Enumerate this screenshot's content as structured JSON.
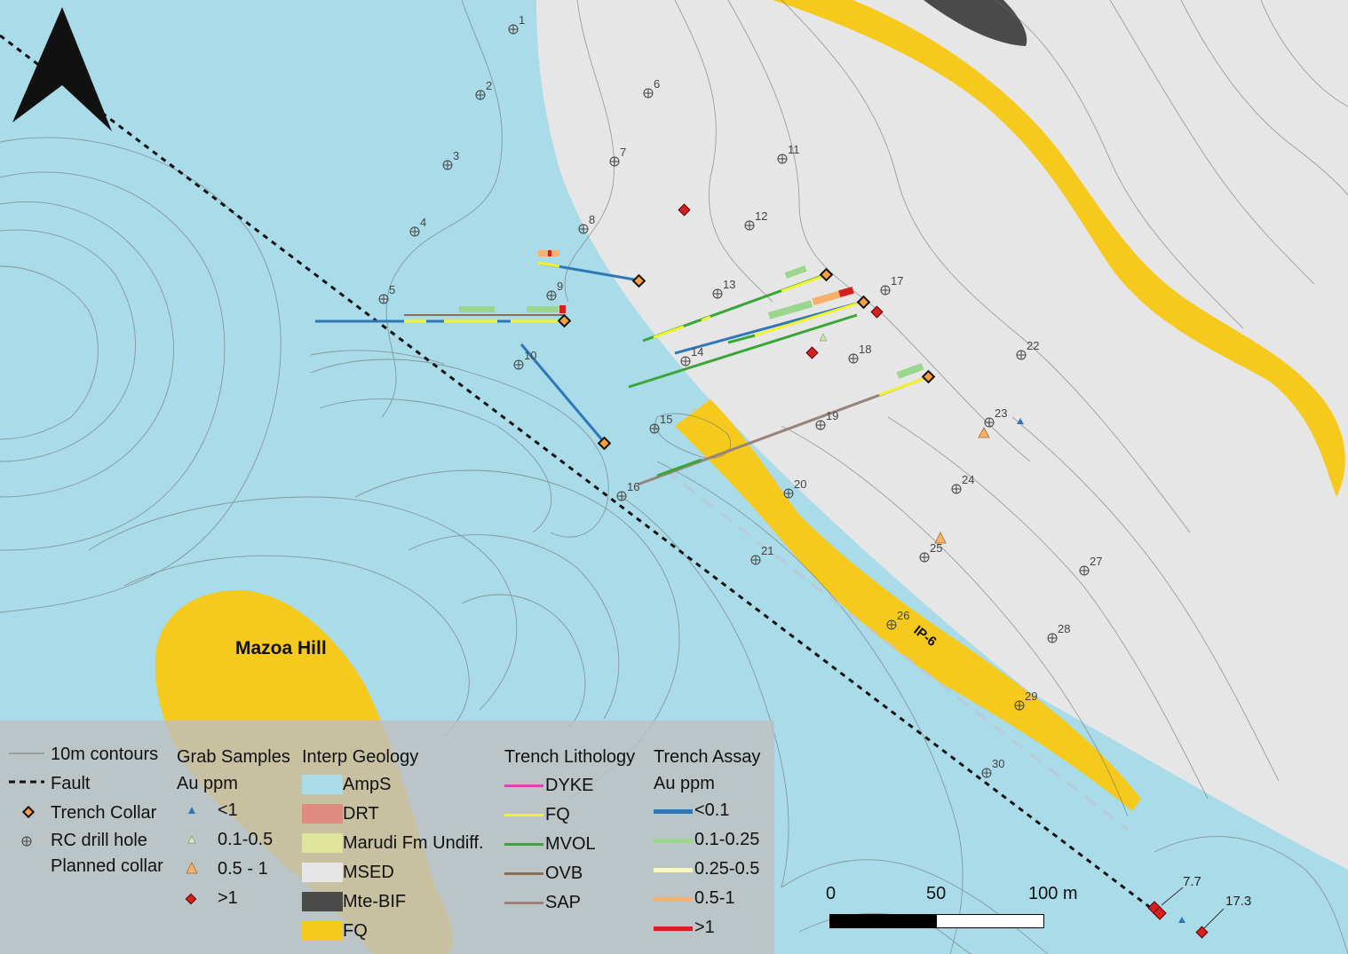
{
  "colors": {
    "amps": "#a9dbe9",
    "msed": "#e6e6e6",
    "mte_bif": "#4a4a4a",
    "fq": "#f5ca1c",
    "drt": "#e08a82",
    "marudi": "#dfe49c",
    "dyke": "#e43fb6",
    "fq_line": "#f4f326",
    "mvol": "#3aa63a",
    "ovb": "#8b6d52",
    "sap": "#97837a",
    "assay_lt01": "#2f78b8",
    "assay_01_025": "#9ad68e",
    "assay_025_05": "#fbf7c0",
    "assay_05_1": "#f8b06a",
    "assay_gt1": "#d61f1f"
  },
  "map": {
    "place_labels": {
      "hill": "Mazoa Hill",
      "anomaly": "IP-6"
    },
    "drill_holes": [
      {
        "label": "1"
      },
      {
        "label": "2"
      },
      {
        "label": "3"
      },
      {
        "label": "4"
      },
      {
        "label": "5"
      },
      {
        "label": "6"
      },
      {
        "label": "7"
      },
      {
        "label": "8"
      },
      {
        "label": "9"
      },
      {
        "label": "10"
      },
      {
        "label": "11"
      },
      {
        "label": "12"
      },
      {
        "label": "13"
      },
      {
        "label": "14"
      },
      {
        "label": "15"
      },
      {
        "label": "16"
      },
      {
        "label": "17"
      },
      {
        "label": "18"
      },
      {
        "label": "19"
      },
      {
        "label": "20"
      },
      {
        "label": "21"
      },
      {
        "label": "22"
      },
      {
        "label": "23"
      },
      {
        "label": "24"
      },
      {
        "label": "25"
      },
      {
        "label": "26"
      },
      {
        "label": "27"
      },
      {
        "label": "28"
      },
      {
        "label": "29"
      },
      {
        "label": "30"
      }
    ],
    "grab_values": {
      "a": "7.7",
      "b": "17.3"
    }
  },
  "legend": {
    "col1": {
      "contours": "10m contours",
      "fault": "Fault",
      "trench_collar": "Trench Collar",
      "rc_drill": "RC drill hole",
      "planned": "Planned collar"
    },
    "grab": {
      "title": "Grab Samples",
      "unit": "Au ppm",
      "items": [
        "<1",
        "0.1-0.5",
        "0.5 - 1",
        ">1"
      ]
    },
    "geology": {
      "title": "Interp Geology",
      "items": [
        "AmpS",
        "DRT",
        "Marudi Fm Undiff.",
        "MSED",
        "Mte-BIF",
        "FQ"
      ]
    },
    "lithology": {
      "title": "Trench Lithology",
      "items": [
        "DYKE",
        "FQ",
        "MVOL",
        "OVB",
        "SAP"
      ]
    },
    "assay": {
      "title": "Trench Assay",
      "unit": "Au ppm",
      "items": [
        "<0.1",
        "0.1-0.25",
        "0.25-0.5",
        "0.5-1",
        ">1"
      ]
    }
  },
  "scale": {
    "labels": [
      "0",
      "50",
      "100 m"
    ]
  }
}
